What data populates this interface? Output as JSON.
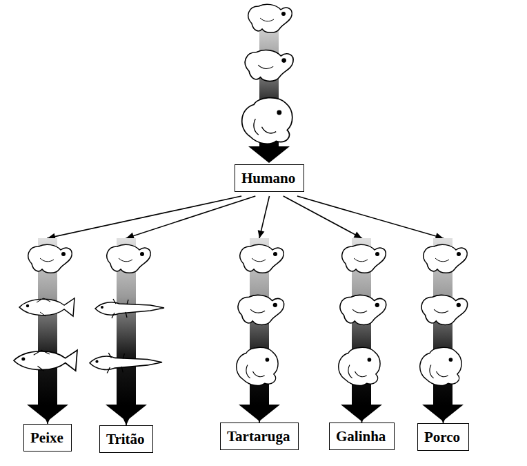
{
  "diagram": {
    "nodes": [
      {
        "text": [
          "Humano"
        ]
      },
      {
        "text": [
          "Peixe"
        ]
      },
      {
        "text": [
          "Tritão"
        ]
      },
      {
        "text": [
          "Tartaruga"
        ]
      },
      {
        "text": [
          "Galinha"
        ]
      },
      {
        "text": [
          "Porco"
        ]
      }
    ],
    "edges": [
      {
        "from": 0,
        "to": 1,
        "arrow": "to"
      },
      {
        "from": 0,
        "to": 2,
        "arrow": "to"
      },
      {
        "from": 0,
        "to": 3,
        "arrow": "to"
      },
      {
        "from": 0,
        "to": 4,
        "arrow": "to"
      },
      {
        "from": 0,
        "to": 5,
        "arrow": "to"
      }
    ]
  }
}
